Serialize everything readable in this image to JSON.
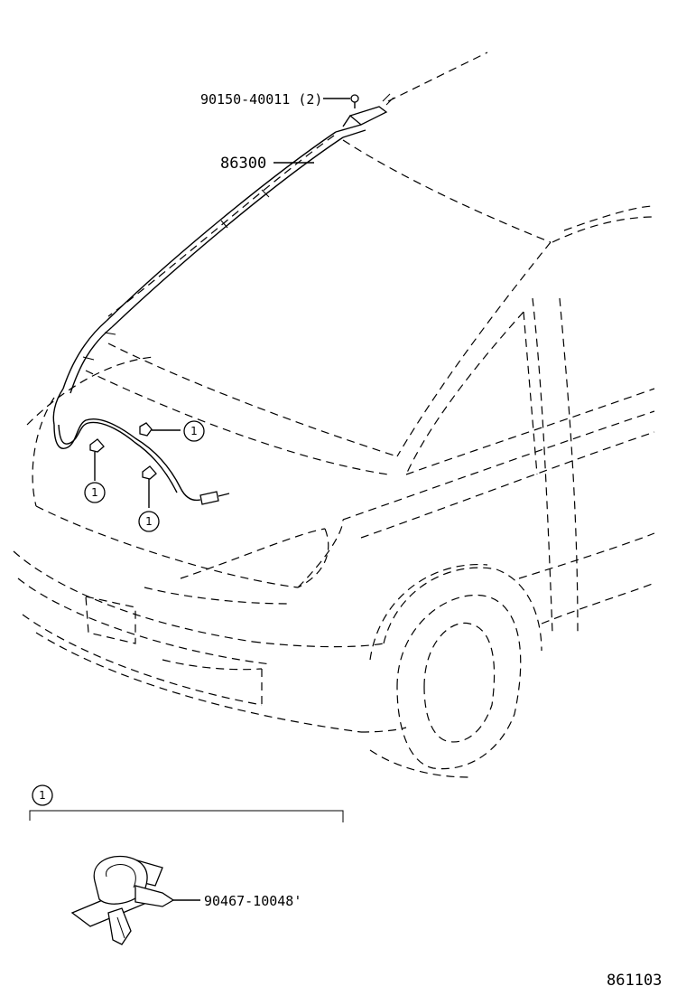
{
  "labels": {
    "screw_part": "90150-40011 (2)",
    "antenna_part": "86300",
    "clip_part": "90467-10048'",
    "diagram_code": "861103",
    "callout_marker": "1"
  }
}
